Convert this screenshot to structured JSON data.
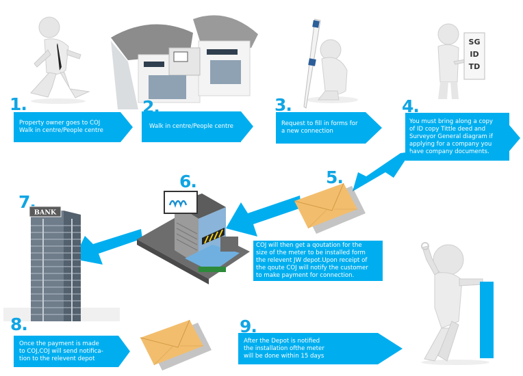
{
  "title": "New connection process",
  "accent_color": "#00aeef",
  "number_color": "#10a5e4",
  "steps": [
    {
      "number": "1.",
      "text": "Property owner goes to COJ\nWalk in centre/People centre",
      "illustration": "walking-person-icon"
    },
    {
      "number": "2.",
      "text": "Walk in centre/People centre",
      "illustration": "office-building-icon"
    },
    {
      "number": "3.",
      "text": "Request to fill in forms for\na new connection",
      "illustration": "person-with-pen-icon"
    },
    {
      "number": "4.",
      "text": "You must bring along  a copy\nof ID copy Tittle deed and\nSurveyor General diagram  if\napplying for a company you\nhave company documents.",
      "illustration": "person-with-document-icon"
    },
    {
      "number": "5.",
      "text": "",
      "illustration": "envelope-icon"
    },
    {
      "number": "6.",
      "text": "COJ  will then get a qoutation for the\nsize of the meter to be installed form\nthe relevent JW depot.Upon receipt of\nthe qoute COJ will notify the customer\nto make payment for  connection.",
      "illustration": "depot-building-icon"
    },
    {
      "number": "7.",
      "text": "",
      "illustration": "bank-tower-icon"
    },
    {
      "number": "8.",
      "text": "Once the payment is made\nto COJ,COJ will send notifica-\ntion to the relevent depot",
      "illustration": "envelope-icon"
    },
    {
      "number": "9.",
      "text": "After the Depot is notified\nthe installation ofthe meter\nwill be done within 15 days",
      "illustration": "person-leaning-icon"
    }
  ],
  "document_labels": [
    "SG",
    "ID",
    "TD"
  ],
  "bank_sign": "BANK"
}
